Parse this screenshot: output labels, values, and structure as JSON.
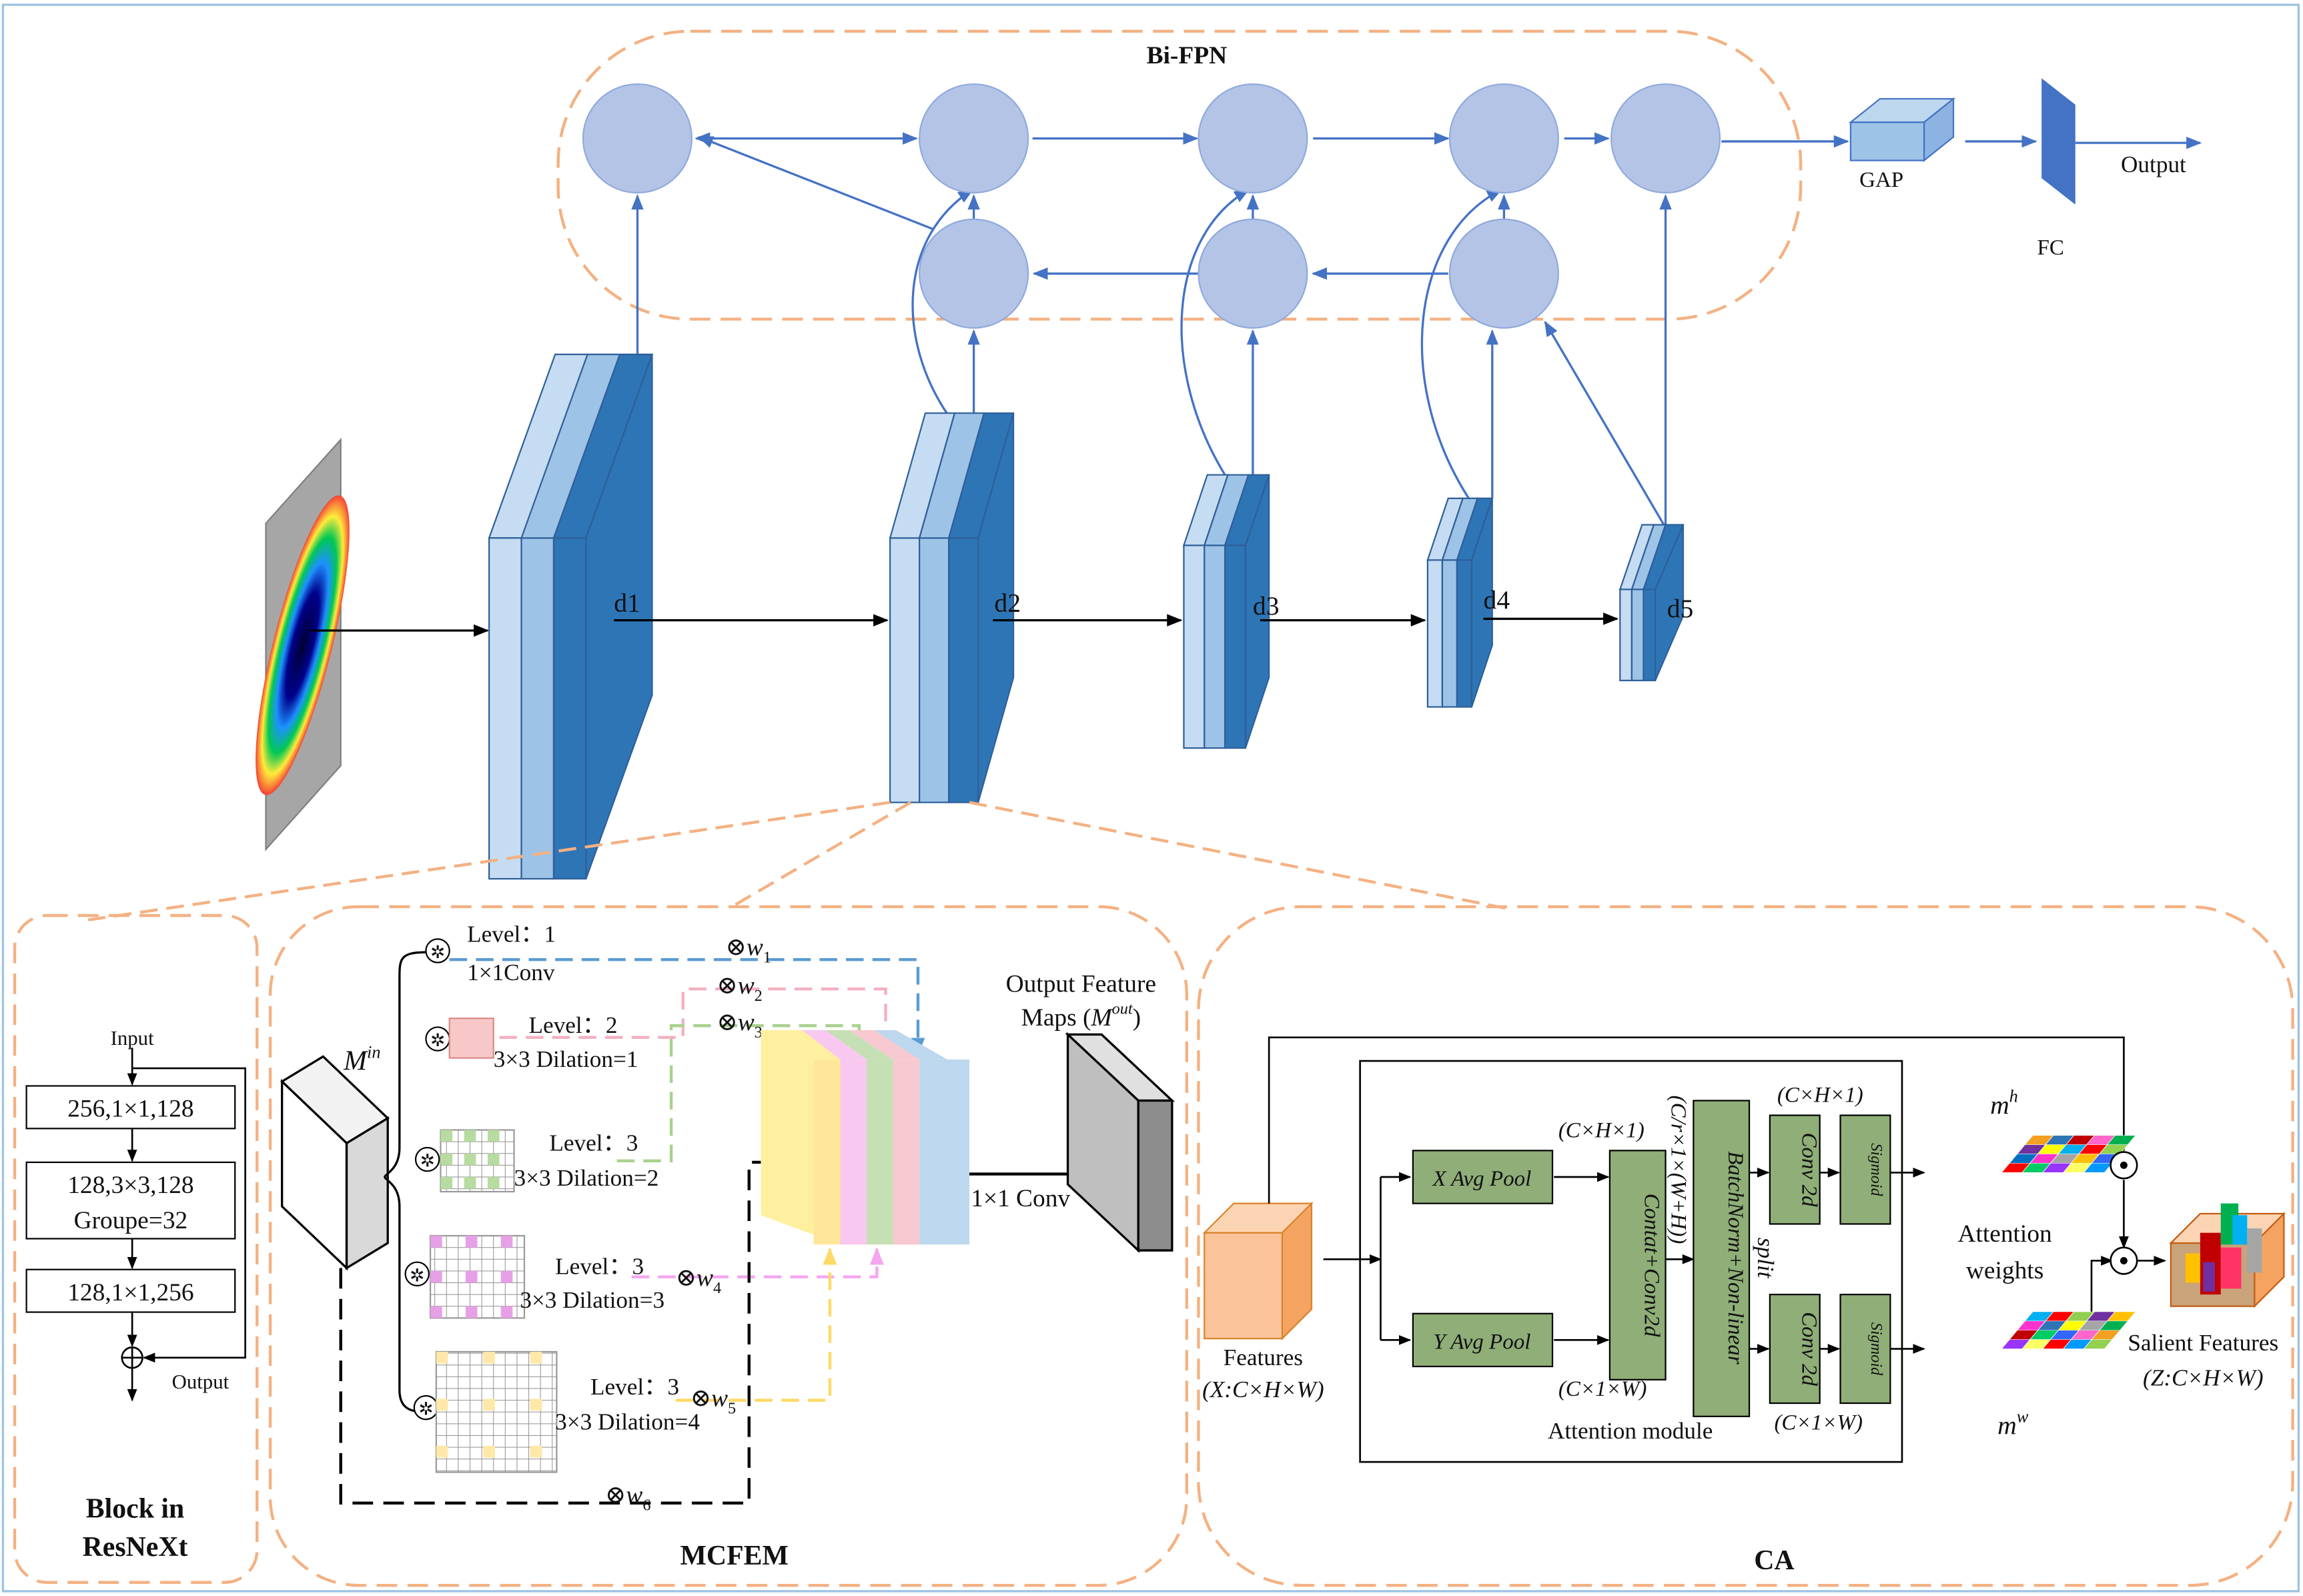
{
  "bifpn": {
    "title": "Bi-FPN",
    "gap": "GAP",
    "fc": "FC",
    "output": "Output"
  },
  "backbone": {
    "d1": "d1",
    "d2": "d2",
    "d3": "d3",
    "d4": "d4",
    "d5": "d5"
  },
  "resnext": {
    "title_line1": "Block in",
    "title_line2": "ResNeXt",
    "input": "Input",
    "output": "Output",
    "box1": "256,1×1,128",
    "box2_line1": "128,3×3,128",
    "box2_line2": "Groupe=32",
    "box3": "128,1×1,256"
  },
  "mcfem": {
    "title": "MCFEM",
    "m_in": "M",
    "m_in_sup": "in",
    "level1": "Level：1",
    "conv1": "1×1Conv",
    "level2": "Level：2",
    "dil1": "3×3 Dilation=1",
    "level3a": "Level：3",
    "dil2": "3×3 Dilation=2",
    "level3b": "Level：3",
    "dil3": "3×3 Dilation=3",
    "level3c": "Level：3",
    "dil4": "3×3 Dilation=4",
    "w1": "w",
    "w1_sub": "1",
    "w2": "w",
    "w2_sub": "2",
    "w3": "w",
    "w3_sub": "3",
    "w4": "w",
    "w4_sub": "4",
    "w5": "w",
    "w5_sub": "5",
    "w6": "w",
    "w6_sub": "6",
    "otimes": "⊗",
    "conv_out": "1×1 Conv",
    "out_line1": "Output Feature",
    "out_line2": "Maps (",
    "out_m": "M",
    "out_sup": "out",
    "out_close": ")"
  },
  "ca": {
    "title": "CA",
    "features_line1": "Features",
    "features_line2": "(X:C×H×W)",
    "x_pool": "X Avg Pool",
    "y_pool": "Y Avg Pool",
    "concat": "Contat+Conv2d",
    "bn": "BatchNorm+Non-linear",
    "split": "split",
    "conv2d_top": "Conv 2d",
    "conv2d_bottom": "Conv 2d",
    "sigmoid_top": "Sigmoid",
    "sigmoid_bottom": "Sigmoid",
    "dim_ch1": "(C×H×1)",
    "dim_c1w": "(C×1×W)",
    "dim_cr": "(C/r×1×(W+H))",
    "dim_ch1_out": "(C×H×1)",
    "dim_c1w_out": "(C×1×W)",
    "m_h": "m",
    "m_h_sup": "h",
    "m_w": "m",
    "m_w_sup": "w",
    "att_line1": "Attention",
    "att_line2": "weights",
    "module": "Attention module",
    "salient_line1": "Salient Features",
    "salient_line2": "(Z:C×H×W)"
  },
  "colors": {
    "node": "#b4c4e6",
    "arrow": "#4472c4",
    "dash": "#f4b183",
    "green_box": "#8fae78",
    "block_light": "#c6dcf2",
    "block_mid": "#9dc3e6",
    "block_dark": "#2e75b6"
  }
}
